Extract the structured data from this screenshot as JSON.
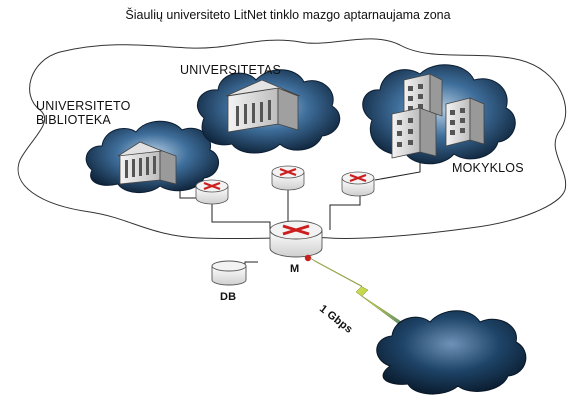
{
  "title": "Šiaulių universiteto LitNet tinklo mazgo aptarnaujama zona",
  "nodes": {
    "library": {
      "label_line1": "UNIVERSITETO",
      "label_line2": "BIBLIOTEKA"
    },
    "university": {
      "label": "UNIVERSITETAS"
    },
    "schools": {
      "label": "MOKYKLOS"
    },
    "database": {
      "label": "DB"
    },
    "main_router": {
      "label": "M"
    }
  },
  "link": {
    "label": "1 Gbps"
  },
  "colors": {
    "cloud_dark": "#0c2238",
    "cloud_mid": "#2a5a86",
    "cloud_light": "#a9c4dc",
    "router_arrow": "#cc1e1e",
    "lightning": "#f0e84a",
    "boundary": "#333333"
  }
}
